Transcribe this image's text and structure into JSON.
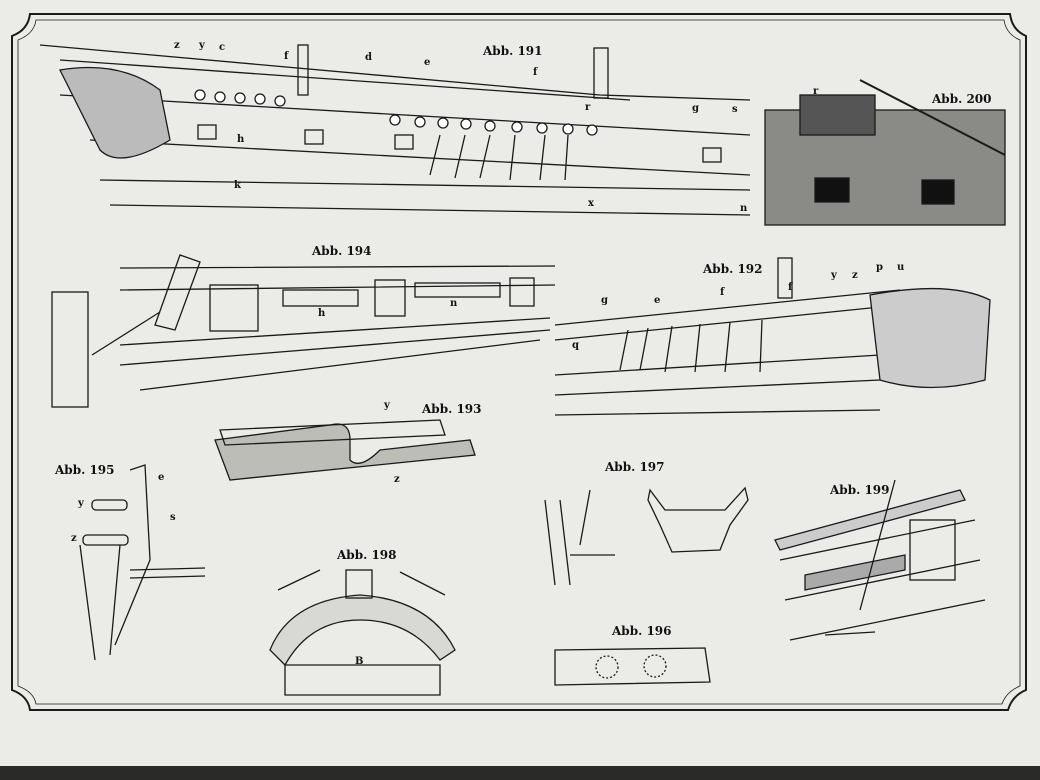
{
  "figures": {
    "abb191": {
      "title": "Abb. 191",
      "labels": [
        "z",
        "y",
        "c",
        "f",
        "d",
        "e",
        "f",
        "r",
        "g",
        "s",
        "h",
        "k",
        "x",
        "n"
      ]
    },
    "abb200": {
      "title": "Abb. 200",
      "labels": [
        "r"
      ]
    },
    "abb194": {
      "title": "Abb. 194",
      "labels": [
        "h",
        "n"
      ]
    },
    "abb192": {
      "title": "Abb. 192",
      "labels": [
        "g",
        "e",
        "f",
        "f",
        "y",
        "z",
        "p",
        "u",
        "q"
      ]
    },
    "abb193": {
      "title": "Abb. 193",
      "labels": [
        "y",
        "z"
      ]
    },
    "abb195": {
      "title": "Abb. 195",
      "labels": [
        "y",
        "e",
        "s",
        "z"
      ]
    },
    "abb197": {
      "title": "Abb. 197"
    },
    "abb199": {
      "title": "Abb. 199"
    },
    "abb198": {
      "title": "Abb. 198",
      "labels": [
        "B"
      ]
    },
    "abb196": {
      "title": "Abb. 196"
    }
  }
}
